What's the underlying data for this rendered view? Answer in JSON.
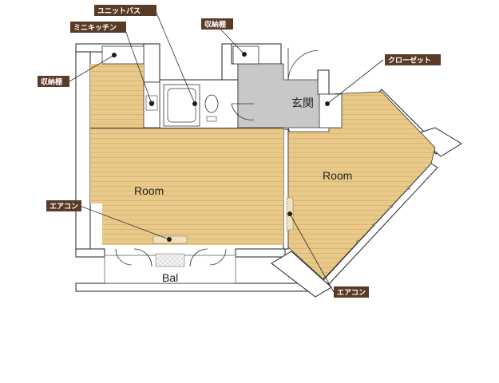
{
  "rooms": {
    "room_left": "Room",
    "room_right": "Room",
    "entrance": "玄関",
    "balcony": "Bal"
  },
  "labels": {
    "unit_bath": "ユニットバス",
    "mini_kitchen": "ミニキッチン",
    "storage_top": "収納棚",
    "storage_left": "収納棚",
    "closet": "クローゼット",
    "aircon_left": "エアコン",
    "aircon_right": "エアコン"
  },
  "colors": {
    "floor": "#e8c98a",
    "floor_line": "#d4ac62",
    "entrance_floor": "#c9c9c9",
    "tag": "#5a3b27"
  }
}
